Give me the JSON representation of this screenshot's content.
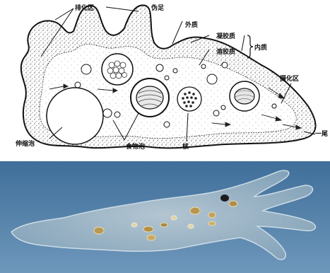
{
  "diagram": {
    "labels": {
      "exocytosis_region": "排化区",
      "pseudopod": "伪足",
      "ectoplasm": "外质",
      "ectoplasm_layer": "凝胶质",
      "endoplasm_layer": "溶胶质",
      "endoplasm": "内质",
      "phagocytosis_region": "摄化区",
      "contractile_vacuole": "伸缩泡",
      "food_vacuole": "食物泡",
      "nucleus": "核",
      "tail": "一尾"
    }
  },
  "photo": {
    "colors": {
      "background": "#4f7ea6",
      "cell": "#9fb6c6"
    }
  }
}
